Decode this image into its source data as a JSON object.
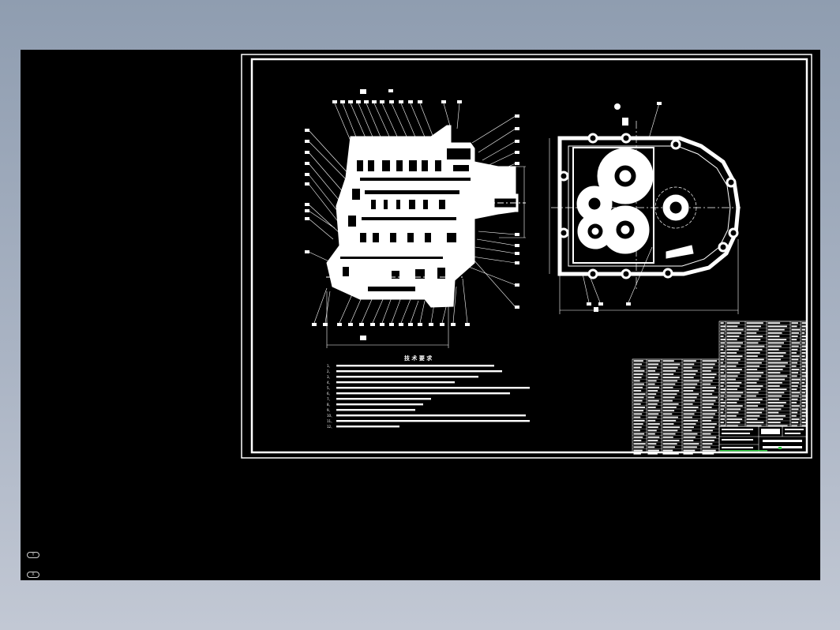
{
  "notes": {
    "title": "技 术 要 求",
    "lines": [
      "1、",
      "2、",
      "3、",
      "4、",
      "5、",
      "6、",
      "7、",
      "8、",
      "9、",
      "10、",
      "11、",
      "12、"
    ]
  },
  "colors": {
    "background": "#000000",
    "lines": "#ffffff",
    "accent": "#2ecc40"
  }
}
